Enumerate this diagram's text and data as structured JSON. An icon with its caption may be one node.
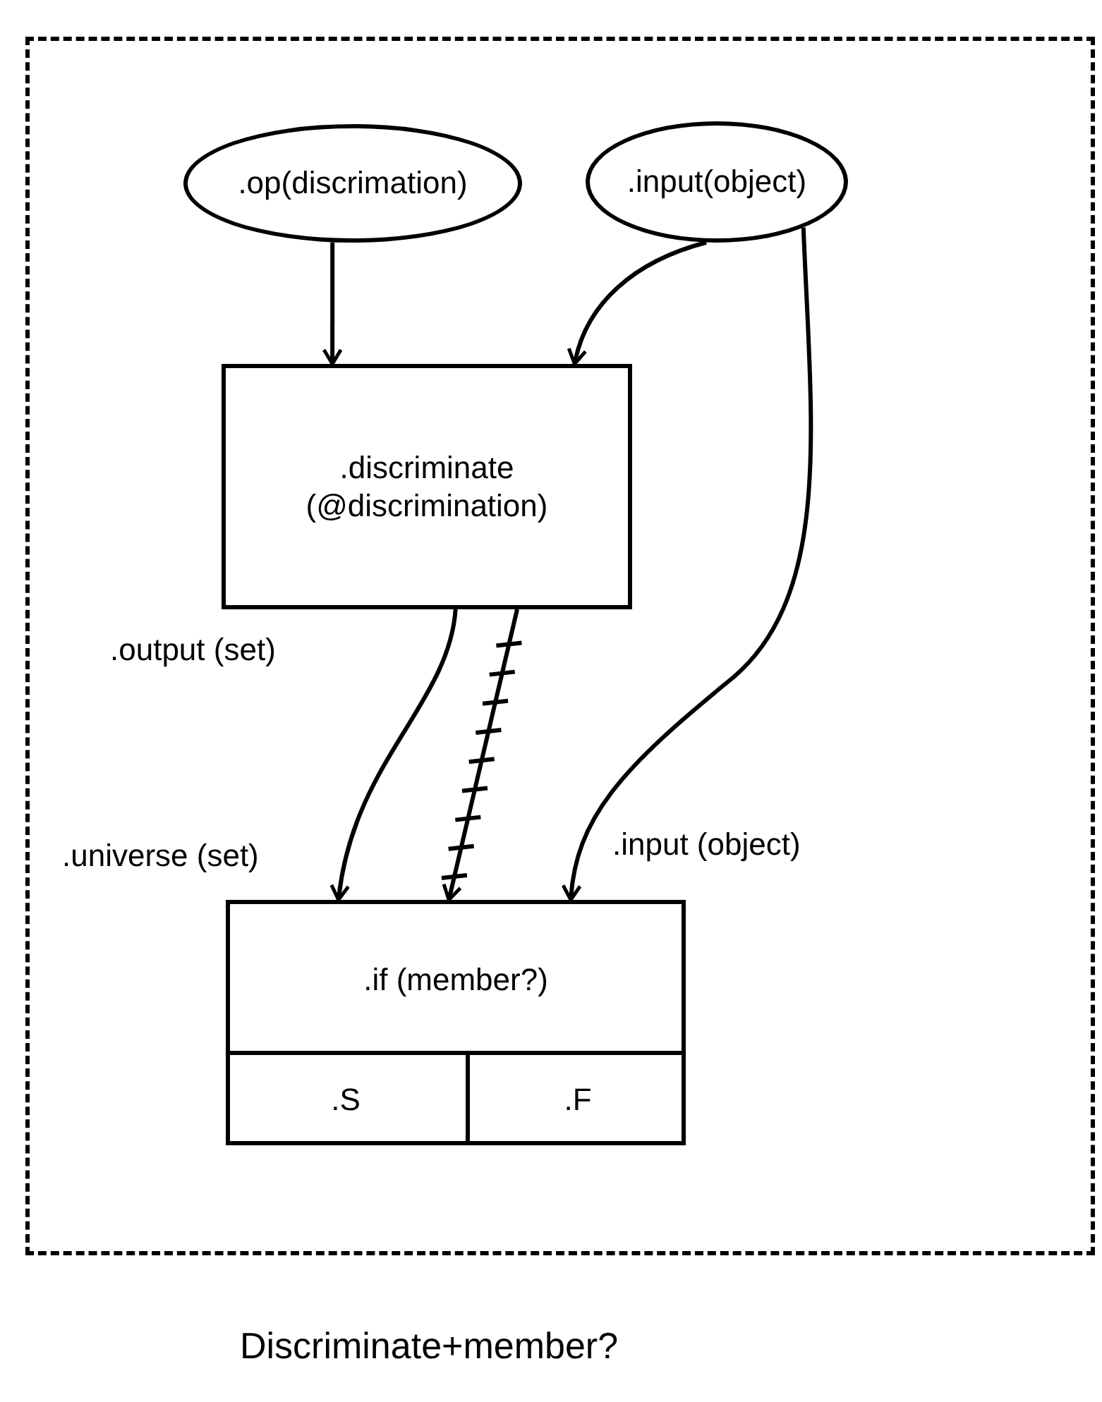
{
  "diagram": {
    "caption": "Discriminate+member?",
    "nodes": [
      {
        "text": [],
        "shape": "box"
      },
      {
        "text": [
          ".op(discrimation)"
        ],
        "in": 0
      },
      {
        "text": [
          ".input(object)"
        ],
        "in": 0
      },
      {
        "text": [
          ".discriminate (@discrimination)"
        ],
        "in": 0
      },
      {
        "text": [
          ".if (member?)"
        ],
        "in": 0
      },
      {
        "text": [
          ".S"
        ],
        "in": 4
      },
      {
        "text": [
          ".F"
        ],
        "in": 4
      }
    ],
    "edges": [
      {
        "from": 1,
        "to": 3,
        "arrow": "to"
      },
      {
        "from": 2,
        "to": 3,
        "arrow": "to"
      },
      {
        "from": 2,
        "to": 4,
        "arrow": "to"
      },
      {
        "from": 3,
        "to": 4,
        "arrow": "to"
      },
      {
        "from": 3,
        "to": 4,
        "arrow": "to"
      }
    ],
    "labels": [
      ".output (set)",
      ".universe (set)",
      ".input (object)"
    ]
  }
}
